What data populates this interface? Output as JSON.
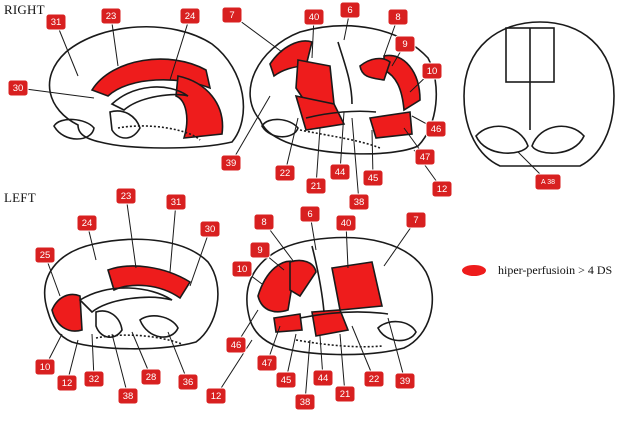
{
  "rows": {
    "right": "RIGHT",
    "left": "LEFT"
  },
  "legend": {
    "label": "hiper-perfusioin > 4 DS",
    "color": "#ee1c1c"
  },
  "colors": {
    "highlight": "#ee1c1c",
    "tag": "#d82020",
    "outline": "#1a1a1a"
  },
  "areas": {
    "right_medial": [
      "31",
      "23",
      "24",
      "30"
    ],
    "right_lateral": [
      "7",
      "40",
      "6",
      "8",
      "9",
      "10",
      "46",
      "47",
      "12",
      "45",
      "38",
      "44",
      "21",
      "22",
      "39"
    ],
    "right_coronal": [
      "A 38"
    ],
    "left_medial": [
      "23",
      "31",
      "24",
      "30",
      "25",
      "10",
      "12",
      "32",
      "38",
      "28",
      "36"
    ],
    "left_lateral": [
      "8",
      "6",
      "40",
      "7",
      "9",
      "10",
      "46",
      "47",
      "45",
      "38",
      "44",
      "21",
      "22",
      "39",
      "12"
    ]
  }
}
